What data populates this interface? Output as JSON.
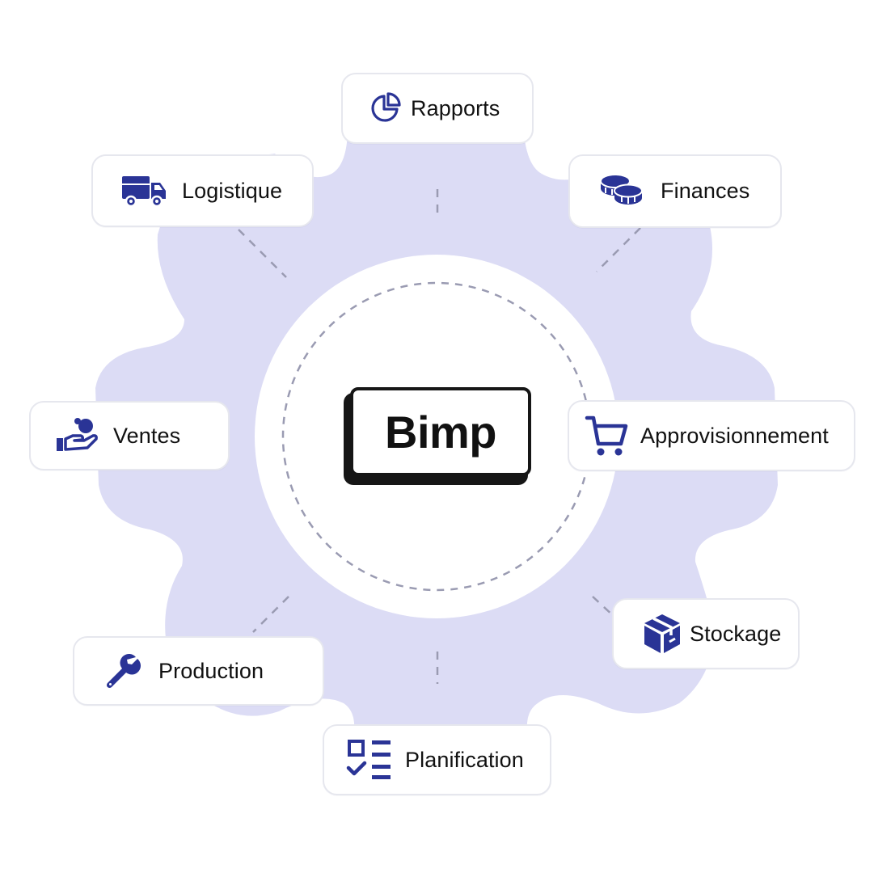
{
  "center": {
    "brand": "Bimp"
  },
  "modules": [
    {
      "id": "rapports",
      "label": "Rapports",
      "icon": "pie-chart-icon"
    },
    {
      "id": "finances",
      "label": "Finances",
      "icon": "coins-icon"
    },
    {
      "id": "approvisionnement",
      "label": "Approvisionnement",
      "icon": "shopping-cart-icon"
    },
    {
      "id": "stockage",
      "label": "Stockage",
      "icon": "box-icon"
    },
    {
      "id": "planification",
      "label": "Planification",
      "icon": "checklist-icon"
    },
    {
      "id": "production",
      "label": "Production",
      "icon": "wrench-icon"
    },
    {
      "id": "ventes",
      "label": "Ventes",
      "icon": "hand-coin-icon"
    },
    {
      "id": "logistique",
      "label": "Logistique",
      "icon": "truck-icon"
    }
  ],
  "colors": {
    "gear": "#dcdcf5",
    "accent": "#2a3496",
    "dashes": "#9a9bb2",
    "logo_border": "#161616"
  }
}
